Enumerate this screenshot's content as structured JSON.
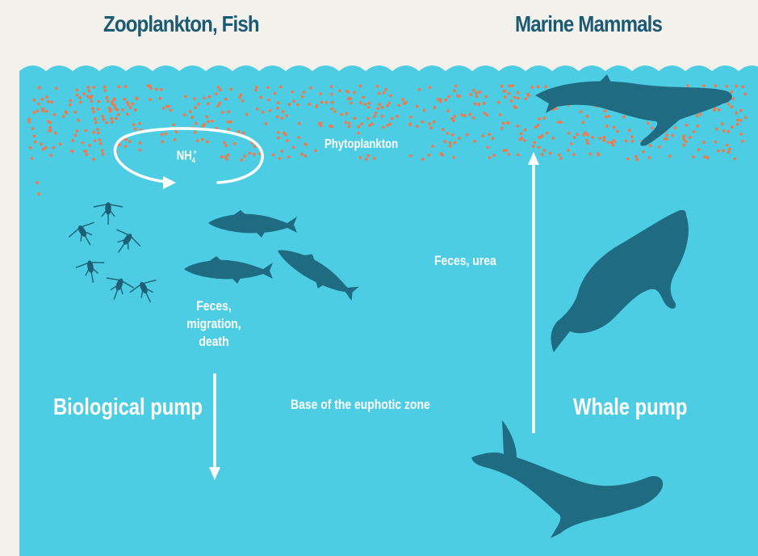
{
  "header": {
    "left_title": "Zooplankton, Fish",
    "right_title": "Marine Mammals"
  },
  "labels": {
    "nh4_base": "NH",
    "nh4_sub": "4",
    "nh4_sup": "+",
    "phytoplankton": "Phytoplankton",
    "feces_migration_death": [
      "Feces,",
      "migration,",
      "death"
    ],
    "biological_pump": "Biological pump",
    "euphotic_zone": "Base of the euphotic zone",
    "feces_urea": "Feces, urea",
    "whale_pump": "Whale pump"
  },
  "colors": {
    "background": "#f2f1ec",
    "ocean": "#4ccde4",
    "heading": "#1b5a73",
    "animal": "#1e6b82",
    "phytoplankton_dot": "#f07a4a",
    "arrow": "#ffffff"
  },
  "icons": [
    "copepod-icon",
    "fish-icon",
    "whale-icon",
    "phytoplankton-dot-icon"
  ]
}
